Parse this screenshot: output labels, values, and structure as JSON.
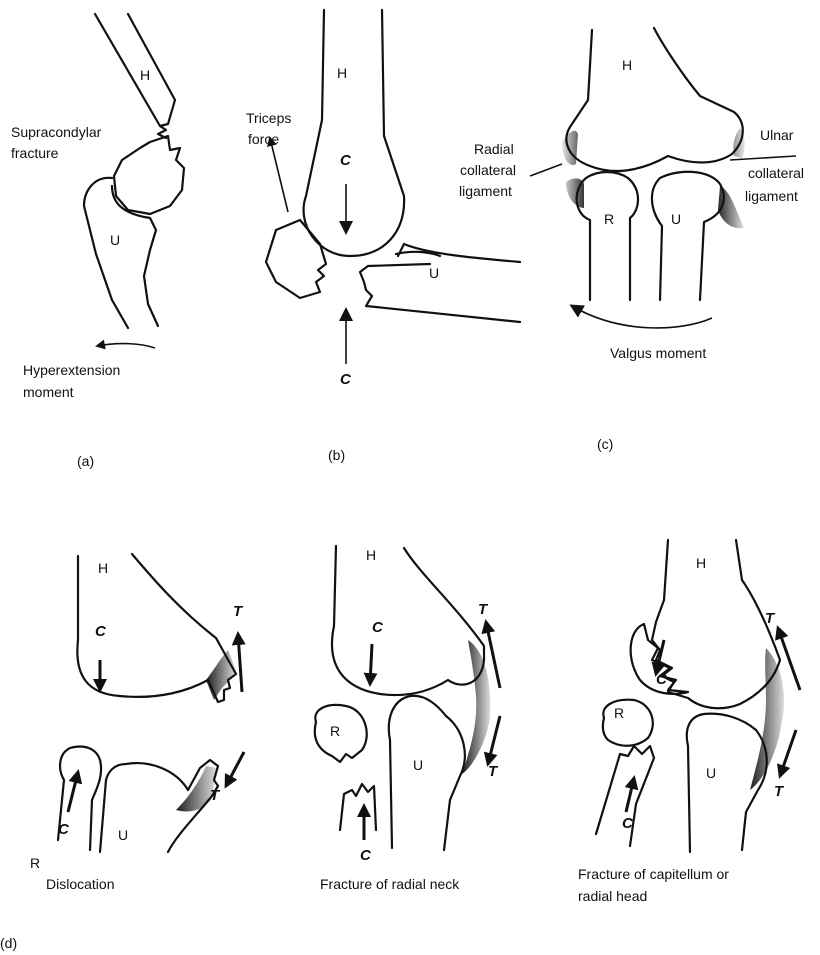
{
  "panels": {
    "a": {
      "tag": "(a)",
      "humerus": "H",
      "ulna": "U",
      "fracture_line1": "Supracondylar",
      "fracture_line2": "fracture",
      "moment_line1": "Hyperextension",
      "moment_line2": "moment"
    },
    "b": {
      "tag": "(b)",
      "humerus": "H",
      "ulna": "U",
      "triceps_line1": "Triceps",
      "triceps_line2": "force",
      "compression_top": "C",
      "compression_bottom": "C"
    },
    "c": {
      "tag": "(c)",
      "humerus": "H",
      "radius": "R",
      "ulna": "U",
      "radial_line1": "Radial",
      "radial_line2": "collateral",
      "radial_line3": "ligament",
      "ulnar_line1": "Ulnar",
      "ulnar_line2": "collateral",
      "ulnar_line3": "ligament",
      "moment": "Valgus moment"
    },
    "d": {
      "tag": "(d)",
      "dislocation": {
        "humerus": "H",
        "radius": "R",
        "ulna": "U",
        "c_upper": "C",
        "c_lower": "C",
        "t_upper": "T",
        "t_lower": "T",
        "caption": "Dislocation"
      },
      "radial_neck": {
        "humerus": "H",
        "radius": "R",
        "ulna": "U",
        "c_upper": "C",
        "c_lower": "C",
        "t_upper": "T",
        "t_lower": "T",
        "caption": "Fracture of radial neck"
      },
      "capitellum": {
        "humerus": "H",
        "radius": "R",
        "ulna": "U",
        "c_upper": "C",
        "c_lower": "C",
        "t_upper": "T",
        "t_lower": "T",
        "caption_line1": "Fracture of capitellum or",
        "caption_line2": "radial head"
      }
    }
  }
}
